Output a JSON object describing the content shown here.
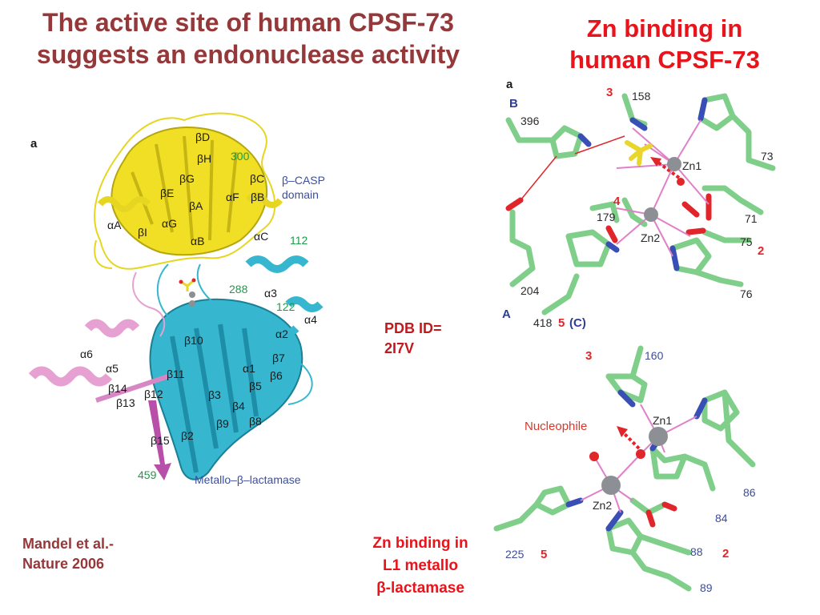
{
  "slide": {
    "title_line1": "The active site of human CPSF-73",
    "title_line2": "suggests an endonuclease activity",
    "right_title_line1": "Zn binding in",
    "right_title_line2": "human CPSF-73",
    "pdb_line1": "PDB ID=",
    "pdb_line2": "2I7V",
    "citation_line1": "Mandel et al.-",
    "citation_line2": "Nature 2006",
    "caption_line1": "Zn binding in",
    "caption_line2": "L1 metallo",
    "caption_line3": "β-lactamase"
  },
  "colors": {
    "title": "#94383a",
    "accent_red": "#e8141b",
    "beta_casp": "#f2e22a",
    "metallo": "#36b6cf",
    "extension": "#e6a0d2",
    "carbon": "#7fcf8a",
    "oxygen": "#e0252b",
    "nitrogen": "#3a4fb5",
    "zinc": "#8c8f94",
    "sulfur": "#e8d62a",
    "bond": "#e080c8"
  },
  "structure": {
    "panel_label": "a",
    "beta_casp_label_1": "β–CASP",
    "beta_casp_label_2": "domain",
    "metallo_label": "Metallo–β–lactamase",
    "elements": {
      "bD": "βD",
      "bH": "βH",
      "bG": "βG",
      "bE": "βE",
      "bC": "βC",
      "bB": "βB",
      "aF": "αF",
      "bA": "βA",
      "aG": "αG",
      "aA": "αA",
      "bI": "βI",
      "aB": "αB",
      "aC": "αC",
      "a3": "α3",
      "a4": "α4",
      "a2": "α2",
      "b10": "β10",
      "b7": "β7",
      "a1": "α1",
      "b6": "β6",
      "b5": "β5",
      "a6": "α6",
      "a5": "α5",
      "b11": "β11",
      "b14": "β14",
      "b12": "β12",
      "b13": "β13",
      "b3": "β3",
      "b4": "β4",
      "b9": "β9",
      "b8": "β8",
      "b15": "β15",
      "b2": "β2"
    },
    "residues": {
      "r300": "300",
      "r112": "112",
      "r288": "288",
      "r122": "122",
      "r459": "459"
    }
  },
  "active_site_cpsf": {
    "panel_label": "a",
    "B": "B",
    "A": "A",
    "n3": "3",
    "n4": "4",
    "n2": "2",
    "n5": "5",
    "C": "(C)",
    "zn1": "Zn1",
    "zn2": "Zn2",
    "r158": "158",
    "r396": "396",
    "r73": "73",
    "r179": "179",
    "r71": "71",
    "r75": "75",
    "r204": "204",
    "r76": "76",
    "r418": "418"
  },
  "active_site_l1": {
    "n3": "3",
    "n5": "5",
    "n2": "2",
    "zn1": "Zn1",
    "zn2": "Zn2",
    "nucleophile": "Nucleophile",
    "r160": "160",
    "r86": "86",
    "r84": "84",
    "r225": "225",
    "r88": "88",
    "r89": "89"
  }
}
